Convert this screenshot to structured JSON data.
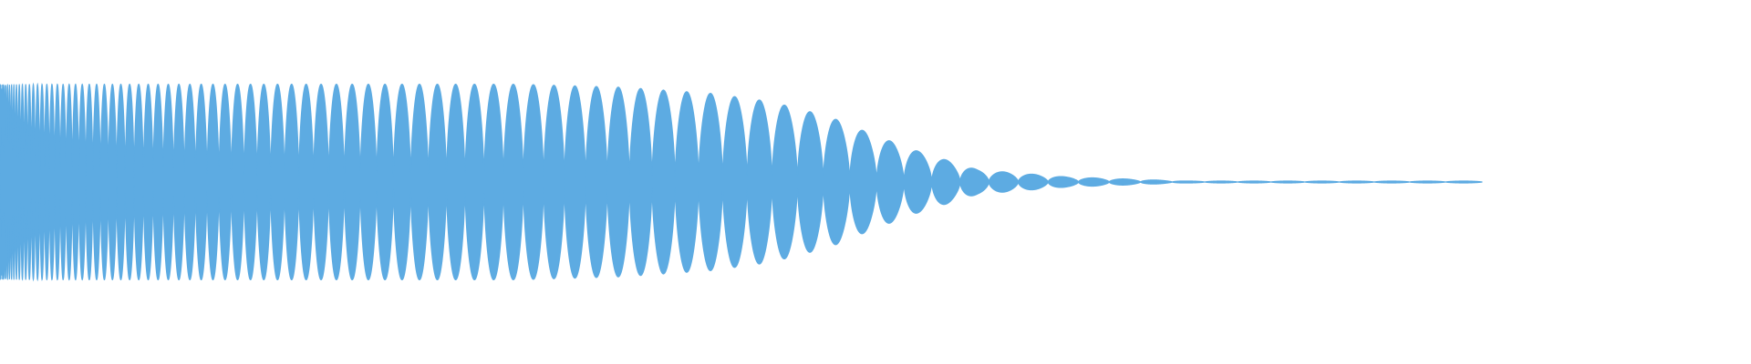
{
  "waveform": {
    "description_color": "#5DABE2",
    "background_color": "#ffffff",
    "amplitude_profile": [
      {
        "t": 0.0,
        "amp": 0.96
      },
      {
        "t": 0.35,
        "amp": 0.96
      },
      {
        "t": 0.42,
        "amp": 0.93
      },
      {
        "t": 0.48,
        "amp": 0.87
      },
      {
        "t": 0.52,
        "amp": 0.79
      },
      {
        "t": 0.56,
        "amp": 0.64
      },
      {
        "t": 0.59,
        "amp": 0.46
      },
      {
        "t": 0.62,
        "amp": 0.3
      },
      {
        "t": 0.66,
        "amp": 0.12
      },
      {
        "t": 0.72,
        "amp": 0.05
      },
      {
        "t": 0.8,
        "amp": 0.01
      }
    ],
    "cycles": 48,
    "chirp": true
  }
}
